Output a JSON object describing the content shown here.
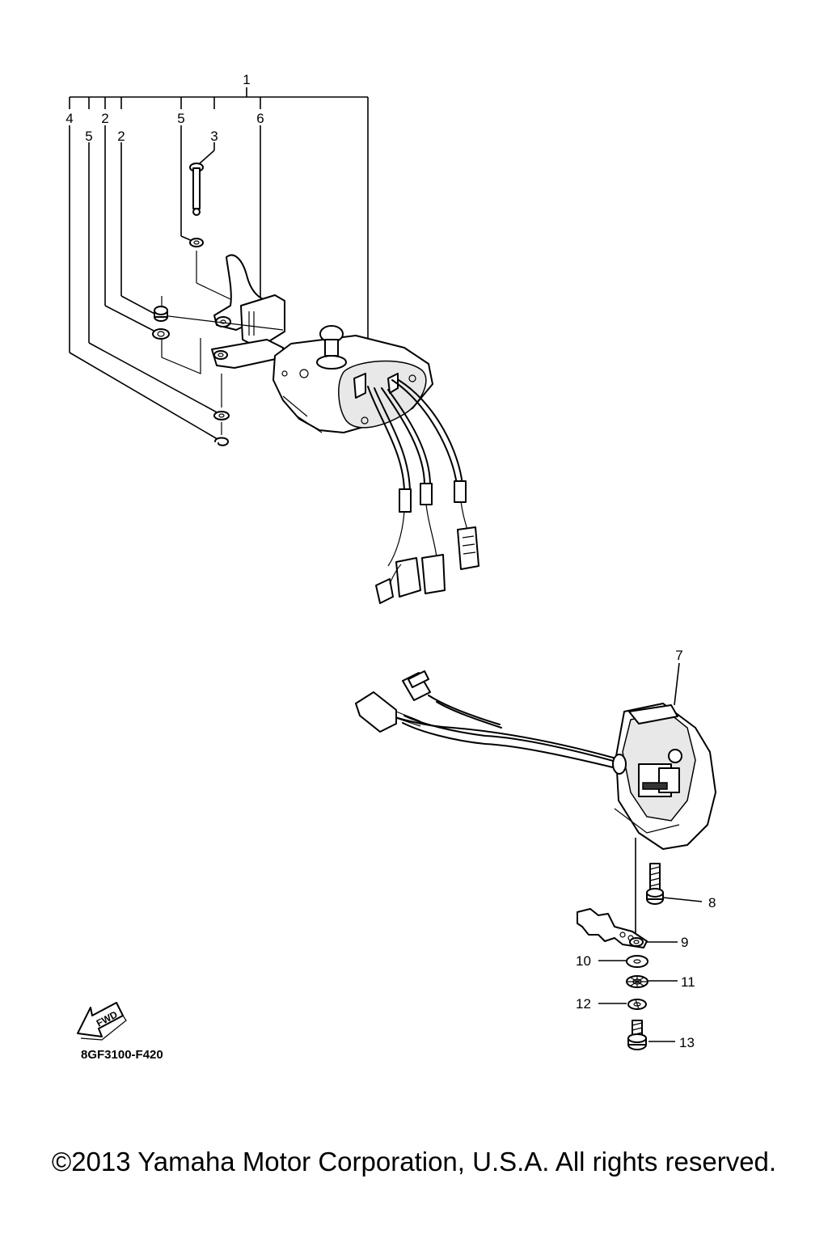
{
  "callouts": {
    "c1": "1",
    "c2a": "2",
    "c2b": "2",
    "c3": "3",
    "c4": "4",
    "c5a": "5",
    "c5b": "5",
    "c6": "6",
    "c7": "7",
    "c8": "8",
    "c9": "9",
    "c10": "10",
    "c11": "11",
    "c12": "12",
    "c13": "13"
  },
  "fwd_label": "FWD",
  "diagram_code": "8GF3100-F420",
  "copyright": "©2013 Yamaha Motor Corporation, U.S.A. All rights reserved."
}
